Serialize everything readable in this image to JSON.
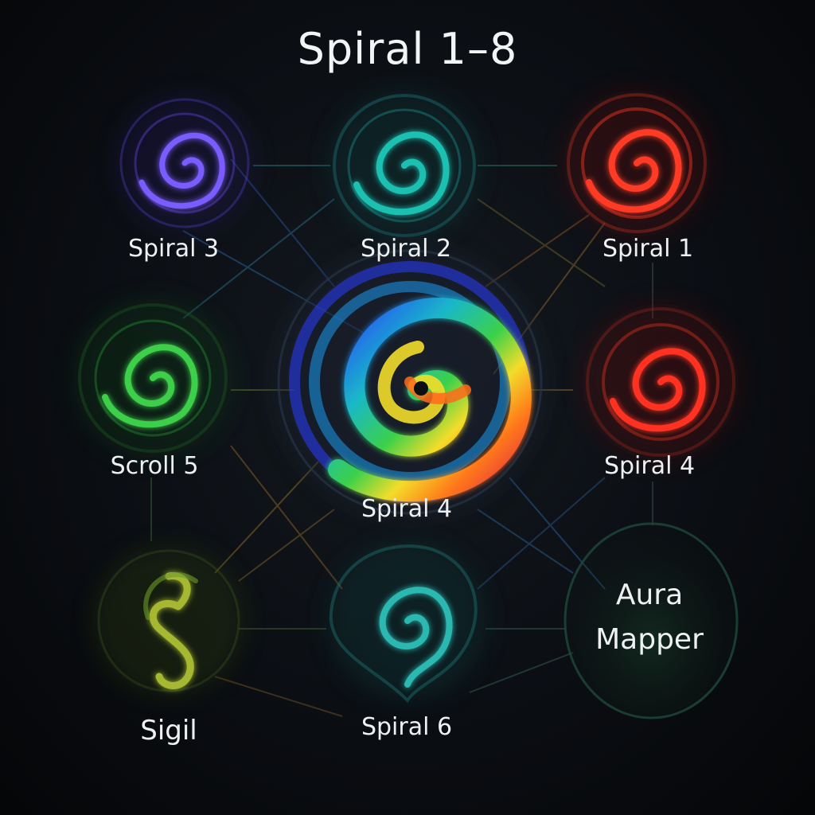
{
  "title": "Spiral 1–8",
  "colors": {
    "spiral_3": "#6b4dff",
    "spiral_2": "#1fb8a8",
    "spiral_1": "#ff3b26",
    "scroll_5": "#36c24a",
    "spiral_4_right": "#ff3322",
    "sigil": "#a0b830",
    "spiral_6": "#2ab8b0",
    "aura_mapper": "#1e3a2c",
    "connector": "#9a7a30"
  },
  "nodes": {
    "spiral_3": {
      "label": "Spiral 3"
    },
    "spiral_2": {
      "label": "Spiral 2"
    },
    "spiral_1": {
      "label": "Spiral 1"
    },
    "scroll_5": {
      "label": "Scroll 5"
    },
    "spiral_4_center": {
      "label": "Spiral 4"
    },
    "spiral_4_right": {
      "label": "Spiral 4"
    },
    "sigil": {
      "label": "Sigil"
    },
    "spiral_6": {
      "label": "Spiral 6"
    },
    "aura_mapper": {
      "label": "Aura\nMapper"
    }
  }
}
